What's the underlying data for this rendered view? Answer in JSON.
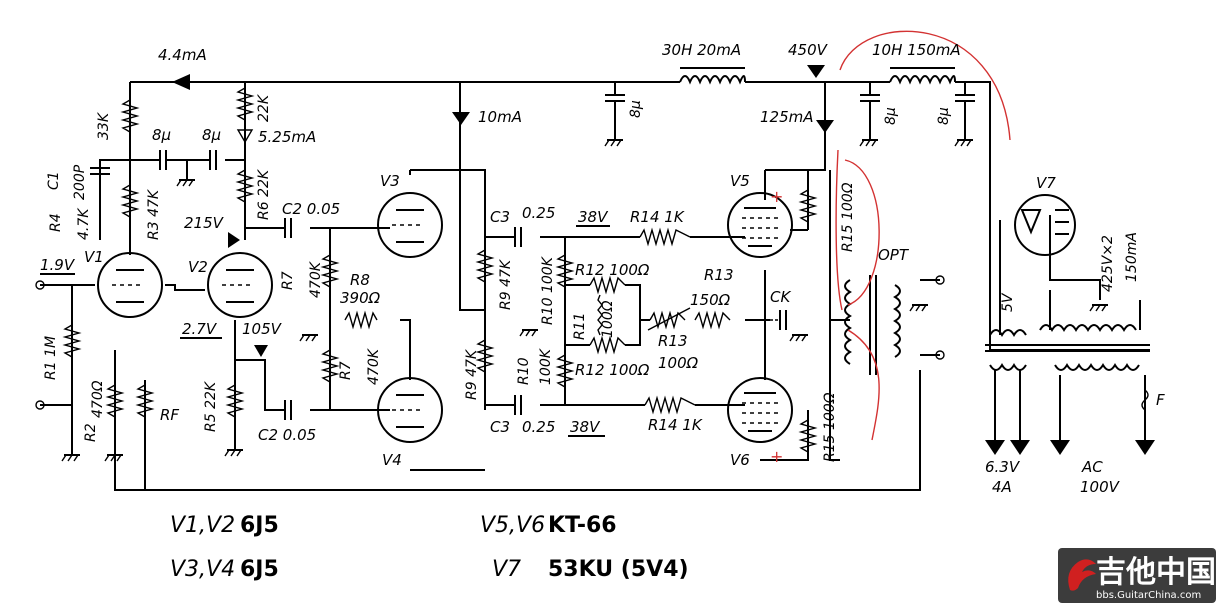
{
  "labels": {
    "current_4_4mA": "4.4mA",
    "r_33k": "33K",
    "c_8u_a": "8μ",
    "c_8u_b": "8μ",
    "r_22k_top": "22K",
    "current_5_25mA": "5.25mA",
    "c1": "C1",
    "c1_val": "200P",
    "r6": "R6 22K",
    "r4": "R4",
    "r4_val": "4.7K",
    "r3": "R3 47K",
    "v1": "V1",
    "volt_215v": "215V",
    "v2": "V2",
    "c2_top": "C2 0.05",
    "v3": "V3",
    "volt_1_9v": "1.9V",
    "r7_top": "R7",
    "r7_top_val": "470K",
    "r8": "R8",
    "r8_val": "390Ω",
    "r1": "R1 1M",
    "volt_2_7v": "2.7V",
    "volt_105v": "105V",
    "r7_bot": "R7",
    "r7_bot_val": "470K",
    "r2": "R2",
    "r2_val": "470Ω",
    "rf": "RF",
    "r5": "R5 22K",
    "c2_bot": "C2 0.05",
    "v4": "V4",
    "current_10mA": "10mA",
    "c3_top": "C3",
    "c3_top_val": "0.25",
    "volt_38v_top": "38V",
    "r14_top": "R14 1K",
    "r9_top": "R9 47K",
    "r10_top": "R10 100K",
    "r12_top": "R12 100Ω",
    "r11": "R11",
    "r11_val": "100Ω",
    "r13_top": "R13",
    "r13_val": "150Ω",
    "r13_b": "R13",
    "r13_b_val": "100Ω",
    "ck": "CK",
    "r9_bot": "R9 47K",
    "r10_bot": "R10",
    "r10_bot_val": "100K",
    "r12_bot": "R12 100Ω",
    "c3_bot": "C3",
    "c3_bot_val": "0.25",
    "volt_38v_bot": "38V",
    "r14_bot": "R14 1K",
    "choke_30h": "30H 20mA",
    "c_8u_c": "8μ",
    "volt_450v": "450V",
    "current_125mA": "125mA",
    "choke_10h": "10H 150mA",
    "c_8u_d": "8μ",
    "c_8u_e": "8μ",
    "v5": "V5",
    "r15_top": "R15 100Ω",
    "opt": "OPT",
    "v6": "V6",
    "r15_bot": "R15 100Ω",
    "v7": "V7",
    "volt_5v": "5V",
    "ht_winding": "425V×2",
    "ht_current": "150mA",
    "fuse": "F",
    "heater": "6.3V",
    "heater_current": "4A",
    "mains": "AC",
    "mains_val": "100V"
  },
  "legend": {
    "v1v2_label": "V1,V2",
    "v1v2_type": "6J5",
    "v3v4_label": "V3,V4",
    "v3v4_type": "6J5",
    "v5v6_label": "V5,V6",
    "v5v6_type": "KT-66",
    "v7_label": "V7",
    "v7_type": "53KU (5V4)"
  },
  "watermark": {
    "title": "吉他中国",
    "url": "bbs.GuitarChina.com"
  },
  "colors": {
    "ink": "#000000",
    "annotation_red": "#d33232",
    "watermark_bg": "#3c3c3c"
  }
}
